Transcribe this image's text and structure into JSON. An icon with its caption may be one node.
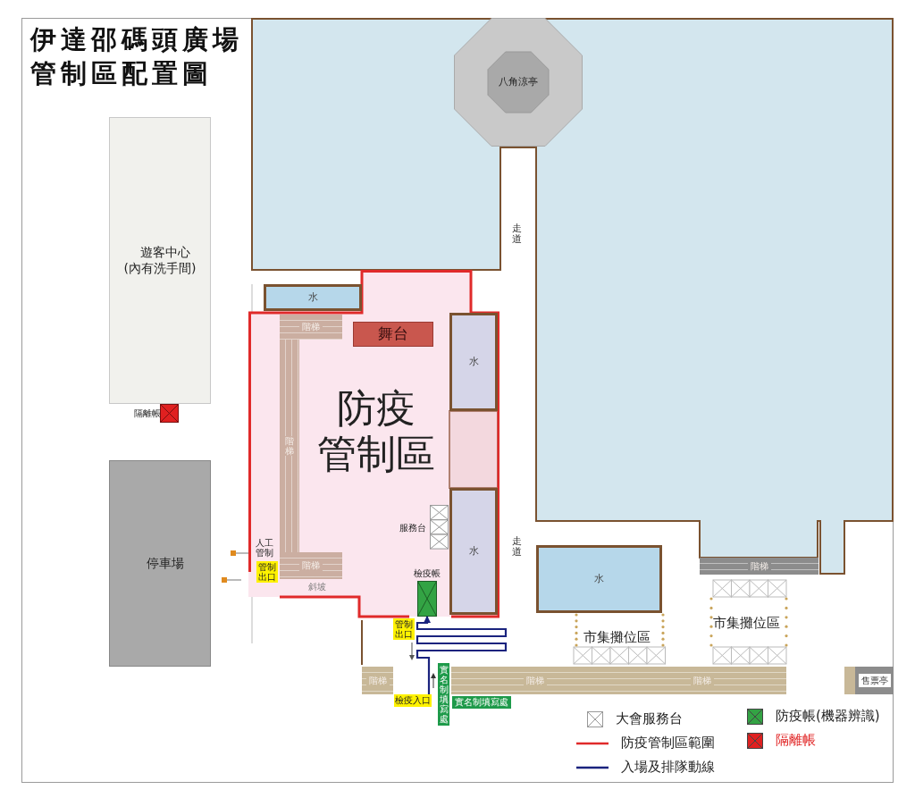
{
  "diagram": {
    "title": "伊達邵碼頭廣場管制區配置圖",
    "nodes": [
      {
        "text": [
          "八角涼亭"
        ]
      },
      {
        "text": [
          "遊客中心(內有洗手間)"
        ]
      },
      {
        "text": [],
        "shape": "box",
        "beside": [
          "隔離帳"
        ]
      },
      {
        "text": [
          "停車場"
        ]
      },
      {
        "text": [
          "防疫管制區"
        ]
      },
      {
        "text": [
          "舞台"
        ],
        "in": 4
      },
      {
        "text": [
          "水"
        ]
      },
      {
        "text": [
          "水"
        ],
        "in": 4
      },
      {
        "text": [
          "水"
        ],
        "in": 4
      },
      {
        "text": [
          "階梯"
        ],
        "in": 4
      },
      {
        "text": [
          "階梯"
        ],
        "in": 4
      },
      {
        "text": [
          "階梯"
        ],
        "in": 4
      },
      {
        "text": [],
        "shape": "box",
        "beside": [
          "服務台"
        ],
        "in": 4
      },
      {
        "text": [
          "檢疫帳"
        ],
        "in": 4
      },
      {
        "text": [
          "管制出口"
        ],
        "in": 4
      },
      {
        "text": [
          "管制出口"
        ]
      },
      {
        "text": [
          "檢疫入口"
        ]
      },
      {
        "text": [
          "實名制填寫處"
        ]
      },
      {
        "text": [
          "實名制填寫處"
        ]
      },
      {
        "text": [
          "水"
        ]
      },
      {
        "text": [
          "階梯"
        ]
      },
      {
        "text": [
          "階梯",
          "階梯"
        ]
      },
      {
        "text": [
          "階梯"
        ]
      },
      {
        "text": [
          "售票亭"
        ]
      }
    ],
    "edges": [
      {
        "from": 16,
        "to": 13,
        "arrow": "to"
      }
    ],
    "labels": [
      "走道",
      "走道",
      "人工管制",
      "斜坡",
      "市集攤位區",
      "市集攤位區"
    ],
    "legend": [
      {
        "text": "大會服務台"
      },
      {
        "text": "防疫管制區範圍"
      },
      {
        "text": "入場及排隊動線"
      },
      {
        "text": "防疫帳(機器辨識)",
        "color": "#33a344"
      },
      {
        "text": "隔離帳",
        "color": "#e02020"
      }
    ]
  }
}
